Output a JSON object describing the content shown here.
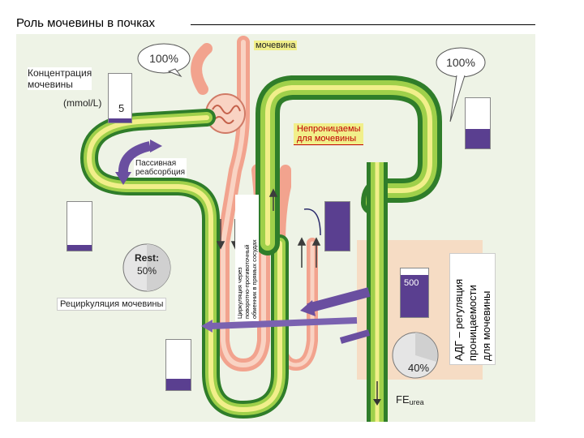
{
  "title": "Роль мочевины в почках",
  "labels": {
    "urea_in": "мочевина",
    "concentration": "Концентрация\nмочевины",
    "unit": "(mmol/L)",
    "impermeable": "Непроницаемы\nдля мочевины",
    "passive": "Пассивная\nреабсорбция",
    "recirculation": "Рецирkуляция мочевины",
    "vasa_recta": "Циркуляция через\nповоротно-противоточный\nобменник в прямых сосудах",
    "adh": "АДГ – регуляция\nпроницаемости\nдля мочевины",
    "feurea_prefix": "FE",
    "feurea_sub": "urea"
  },
  "values": {
    "glomerulus_pct": "100%",
    "distal_pct": "100%",
    "plasma_mmol": "5",
    "rest_label": "Rest:",
    "rest_pct": "50%",
    "tube_value": "500",
    "fe_pct": "40%"
  },
  "colors": {
    "tubule_dark": "#2f7d2a",
    "tubule_light": "#9fd04a",
    "tubule_yellow": "#f1ef8a",
    "vessel": "#f2a38e",
    "vessel_core": "#f9d3c3",
    "purple": "#5a3f90",
    "arrow": "#6a4fa0",
    "accent_red": "#c00000"
  }
}
